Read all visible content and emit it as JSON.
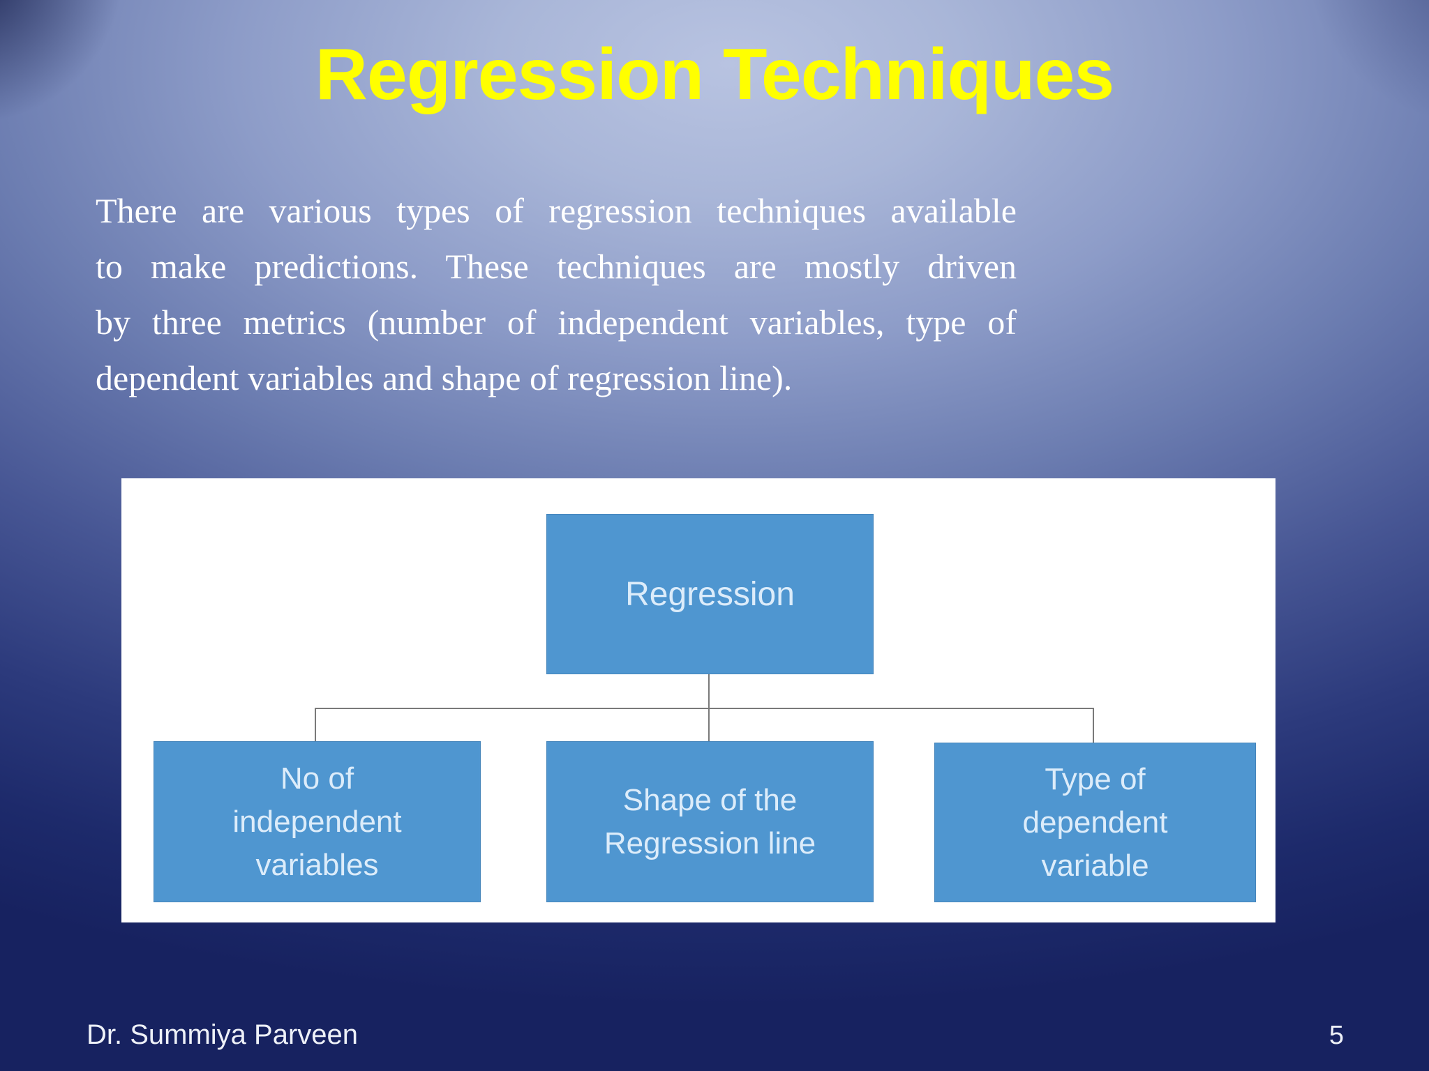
{
  "slide": {
    "title": "Regression Techniques",
    "body_lines": [
      "There are various types of regression techniques available",
      "to make predictions. These techniques are mostly driven",
      "by three metrics (number of independent variables, type of",
      "dependent variables and shape of regression line)."
    ],
    "diagram": {
      "root": {
        "label": "Regression"
      },
      "children": [
        {
          "lines": [
            "No of",
            "independent",
            "variables"
          ]
        },
        {
          "lines": [
            "Shape of the",
            "Regression line"
          ]
        },
        {
          "lines": [
            "Type of",
            "dependent",
            "variable"
          ]
        }
      ]
    },
    "footer": {
      "author": "Dr. Summiya Parveen",
      "page_number": "5"
    },
    "colors": {
      "title_text": "#ffff00",
      "body_text": "#ffffff",
      "box_fill": "#4f96d0",
      "box_text": "#dcecfa",
      "connector": "#7a7a7a",
      "panel": "#ffffff",
      "background_top": "#b8c3e1",
      "background_bottom": "#172260"
    }
  }
}
